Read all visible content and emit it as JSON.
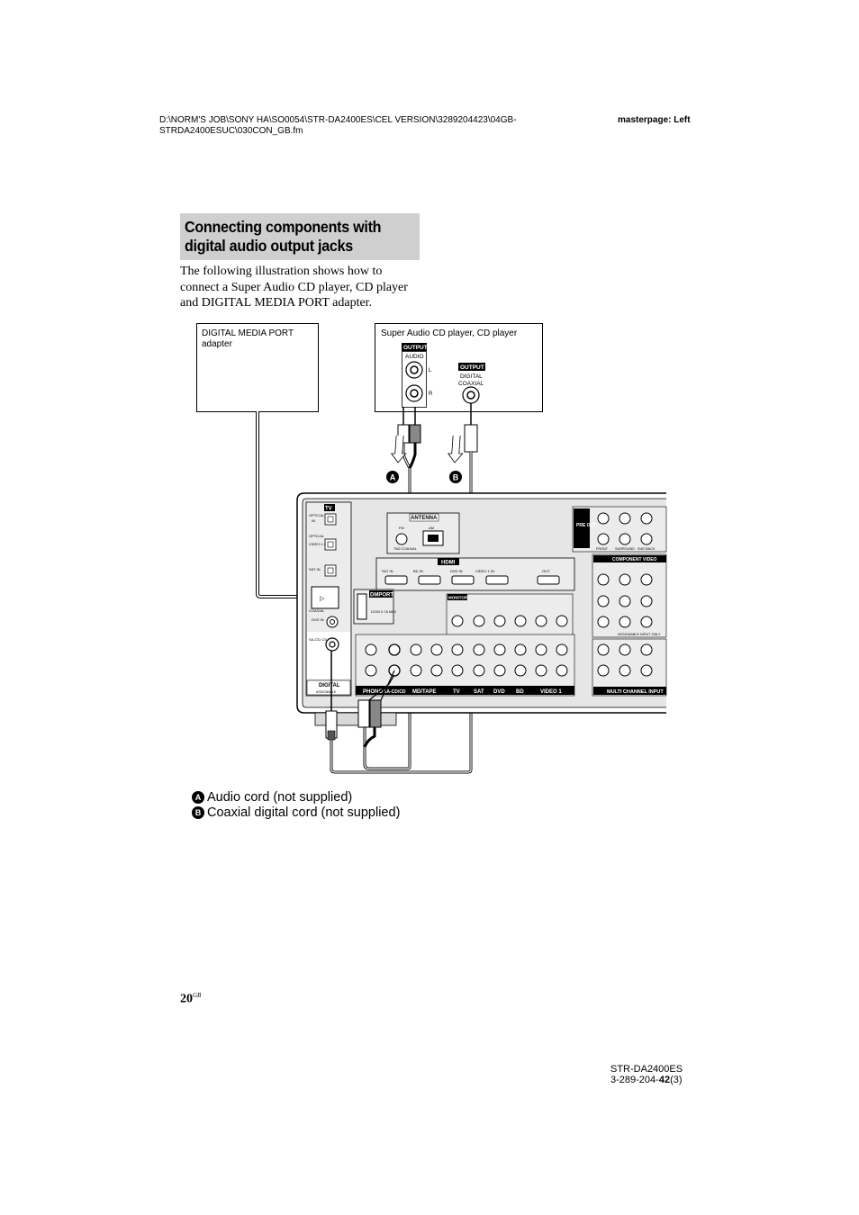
{
  "header": {
    "path_line1": "D:\\NORM'S JOB\\SONY HA\\SO0054\\STR-DA2400ES\\CEL VERSION\\3289204423\\04GB-",
    "path_line2": "STRDA2400ESUC\\030CON_GB.fm",
    "masterpage": "masterpage: Left"
  },
  "section": {
    "heading_line1": "Connecting components with",
    "heading_line2": "digital audio output jacks",
    "intro": "The following illustration shows how to connect a Super Audio CD player, CD player and DIGITAL MEDIA PORT adapter."
  },
  "figure": {
    "dmport_box_line1": "DIGITAL MEDIA PORT",
    "dmport_box_line2": "adapter",
    "cd_box_label": "Super Audio CD player, CD player",
    "output_label": "OUTPUT",
    "audio_label": "AUDIO",
    "digital_label": "DIGITAL",
    "coaxial_label": "COAXIAL",
    "l_label": "L",
    "r_label": "R",
    "callout_a": "A",
    "callout_b": "B",
    "receiver": {
      "tv": "TV",
      "optical": "OPTICAL",
      "in": "IN",
      "video1_in": "VIDEO 1 IN",
      "sat_in": "SAT IN",
      "coaxial": "COAXIAL",
      "dvd_in": "DVD IN",
      "sacd_in": "SA-CD/ CD IN",
      "digital": "DIGITAL",
      "assignable": "ASSIGNABLE",
      "antenna": "ANTENNA",
      "fm": "FM",
      "am": "AM",
      "fm_coaxial": "75Ω COAXIAL",
      "hdmi": "HDMI",
      "hdmi_sat_in": "SAT IN",
      "hdmi_bd_in": "BD IN",
      "hdmi_dvd_in": "DVD IN",
      "hdmi_video1_in": "VIDEO 1 IN",
      "hdmi_out": "OUT",
      "dmport": "DMPORT",
      "dc_out": "DC5V 0.7A MAX",
      "monitor": "MONITOR",
      "pre_out": "PRE OUT",
      "front": "FRONT",
      "surround": "SURROUND",
      "sur_back": "SUR BACK",
      "component_video": "COMPONENT VIDEO",
      "assignable_input_only": "ASSIGNABLE INPUT ONLY",
      "phono": "PHONO",
      "sacd_cd": "SA-CD/CD",
      "md_tape": "MD/TAPE",
      "sat": "SAT",
      "dvd": "DVD",
      "bd": "BD",
      "video1": "VIDEO 1",
      "multi_channel_input": "MULTI CHANNEL INPUT"
    }
  },
  "legend": {
    "a_mark": "A",
    "a_text": "Audio cord (not supplied)",
    "b_mark": "B",
    "b_text": "Coaxial digital cord (not supplied)"
  },
  "footer": {
    "page_number": "20",
    "page_suffix": "GB",
    "model": "STR-DA2400ES",
    "code_prefix": "3-289-204-",
    "code_bold": "42",
    "code_suffix": "(3)"
  }
}
